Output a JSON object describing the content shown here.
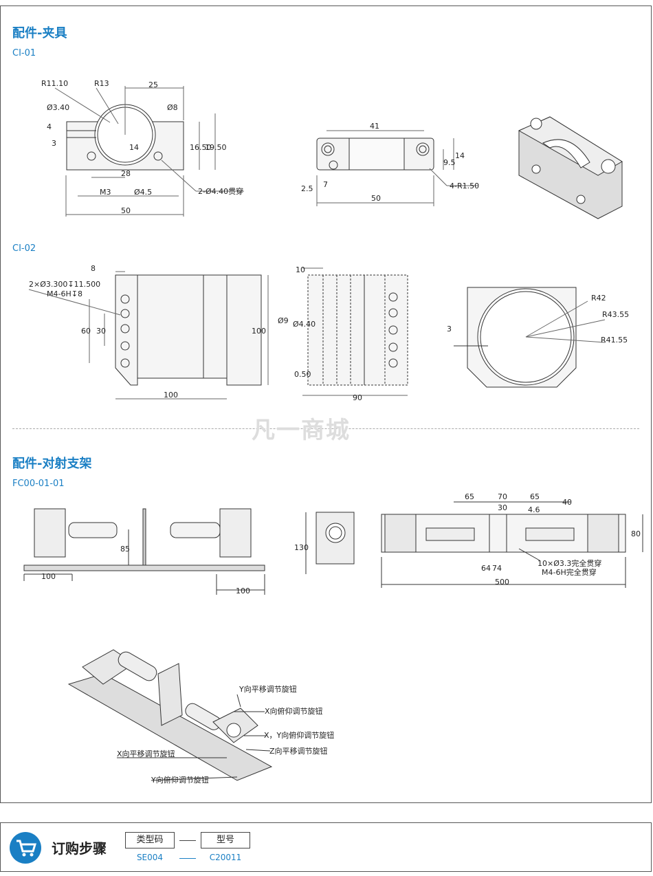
{
  "sections": {
    "clamp_title": "配件-夹具",
    "ci01": "CI-01",
    "ci02": "CI-02",
    "bracket_title": "配件-对射支架",
    "fc": "FC00-01-01"
  },
  "watermark": "凡一商城",
  "ci01_dims": {
    "r1110": "R11.10",
    "r13": "R13",
    "d25": "25",
    "d340": "Ø3.40",
    "d8": "Ø8",
    "d4": "4",
    "d3": "3",
    "d14": "14",
    "d1650": "16.50",
    "d1950": "19.50",
    "d28": "28",
    "m3": "M3",
    "d45": "Ø4.5",
    "thru": "2-Ø4.40贯穿",
    "d50": "50",
    "t41": "41",
    "t95": "9.5",
    "t14": "14",
    "t25": "2.5",
    "t7": "7",
    "t50": "50",
    "tr150": "4-R1.50"
  },
  "ci02_dims": {
    "d8": "8",
    "holes": "2×Ø3.300↧11.500",
    "m4": "M4-6H↧8",
    "d60": "60",
    "d30": "30",
    "d100v": "100",
    "d100h": "100",
    "d10": "10",
    "d9": "Ø9",
    "d440": "Ø4.40",
    "d050": "0.50",
    "d90": "90",
    "r42": "R42",
    "r4355": "R43.55",
    "r4155": "R41.55",
    "d3": "3"
  },
  "fc_dims": {
    "d85": "85",
    "d100a": "100",
    "d100b": "100",
    "d130": "130",
    "d65a": "65",
    "d70": "70",
    "d65b": "65",
    "d30": "30",
    "d46": "4.6",
    "d40": "40",
    "d80": "80",
    "d64": "64",
    "d74": "74",
    "note1": "10×Ø3.3完全贯穿",
    "note2": "M4-6H完全贯穿",
    "d500": "500"
  },
  "labels": {
    "y_trans": "Y向平移调节旋钮",
    "x_tilt": "X向俯仰调节旋钮",
    "xy_tilt": "X，Y向俯仰调节旋钮",
    "z_trans": "Z向平移调节旋钮",
    "x_trans": "X向平移调节旋钮",
    "y_tilt": "Y向俯仰调节旋钮"
  },
  "footer": {
    "title": "订购步骤",
    "box1": "类型码",
    "box2": "型号",
    "code1": "SE004",
    "code2": "C20011"
  }
}
